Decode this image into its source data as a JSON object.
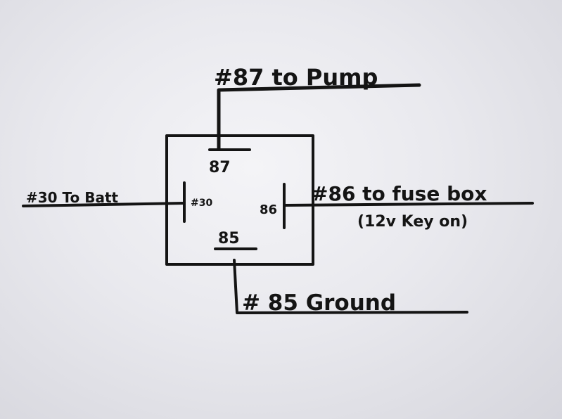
{
  "colors": {
    "paper": "#ececf0",
    "ink": "#141414"
  },
  "relay": {
    "pin_87": "87",
    "pin_30": "#30",
    "pin_86": "86",
    "pin_85": "85"
  },
  "labels": {
    "pump": "#87 to Pump",
    "battery": "#30 To Batt",
    "fuse_box": "#86 to fuse box",
    "key_note": "(12v Key on)",
    "ground": "# 85 Ground"
  }
}
